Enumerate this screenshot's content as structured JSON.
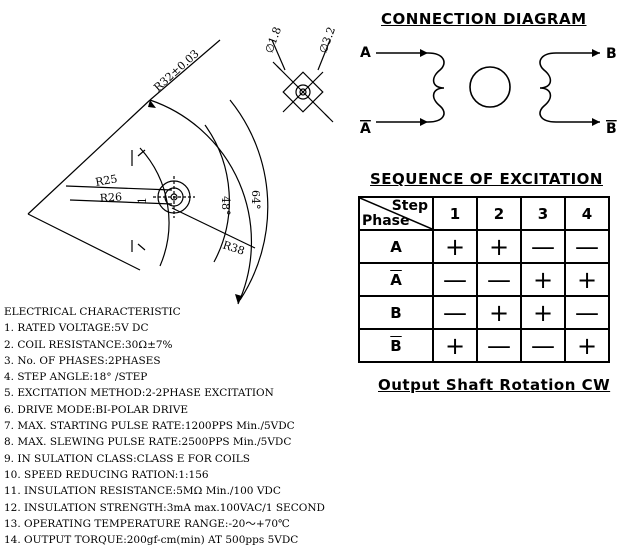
{
  "outline_dims": {
    "r32": "R32±0.03",
    "r25": "R25",
    "r26": "R26",
    "r38": "R38",
    "ang48": "48°",
    "ang64": "64°",
    "mark_1": "1"
  },
  "detail_dims": {
    "d18": "∅1.8",
    "d32": "∅3.2"
  },
  "connection": {
    "title": "CONNECTION DIAGRAM",
    "terminals": {
      "a": "A",
      "a_bar": "A",
      "b": "B",
      "b_bar": "B"
    }
  },
  "sequence": {
    "title": "SEQUENCE OF EXCITATION",
    "corner_step": "Step",
    "corner_phase": "Phase",
    "steps": [
      "1",
      "2",
      "3",
      "4"
    ],
    "rows": [
      {
        "phase": "A",
        "overline": false,
        "cells": [
          "+",
          "+",
          "—",
          "—"
        ]
      },
      {
        "phase": "A",
        "overline": true,
        "cells": [
          "—",
          "—",
          "+",
          "+"
        ]
      },
      {
        "phase": "B",
        "overline": false,
        "cells": [
          "—",
          "+",
          "+",
          "—"
        ]
      },
      {
        "phase": "B",
        "overline": true,
        "cells": [
          "+",
          "—",
          "—",
          "+"
        ]
      }
    ],
    "footer": "Output Shaft Rotation CW"
  },
  "specs": {
    "heading": "ELECTRICAL CHARACTERISTIC",
    "items": [
      "1. RATED VOLTAGE:5V DC",
      "2. COIL RESISTANCE:30Ω±7%",
      "3. No. OF PHASES:2PHASES",
      "4. STEP ANGLE:18° /STEP",
      "5. EXCITATION METHOD:2-2PHASE EXCITATION",
      "6. DRIVE MODE:BI-POLAR DRIVE",
      "7. MAX. STARTING PULSE RATE:1200PPS Min./5VDC",
      "8. MAX. SLEWING PULSE RATE:2500PPS Min./5VDC",
      "9. IN SULATION CLASS:CLASS E FOR COILS",
      "10. SPEED REDUCING RATION:1:156",
      "11. INSULATION RESISTANCE:5MΩ Min./100 VDC",
      "12. INSULATION STRENGTH:3mA max.100VAC/1 SECOND",
      "13. OPERATING TEMPERATURE RANGE:-20～+70℃",
      "14. OUTPUT TORQUE:200gf-cm(min) AT 500pps 5VDC"
    ]
  }
}
